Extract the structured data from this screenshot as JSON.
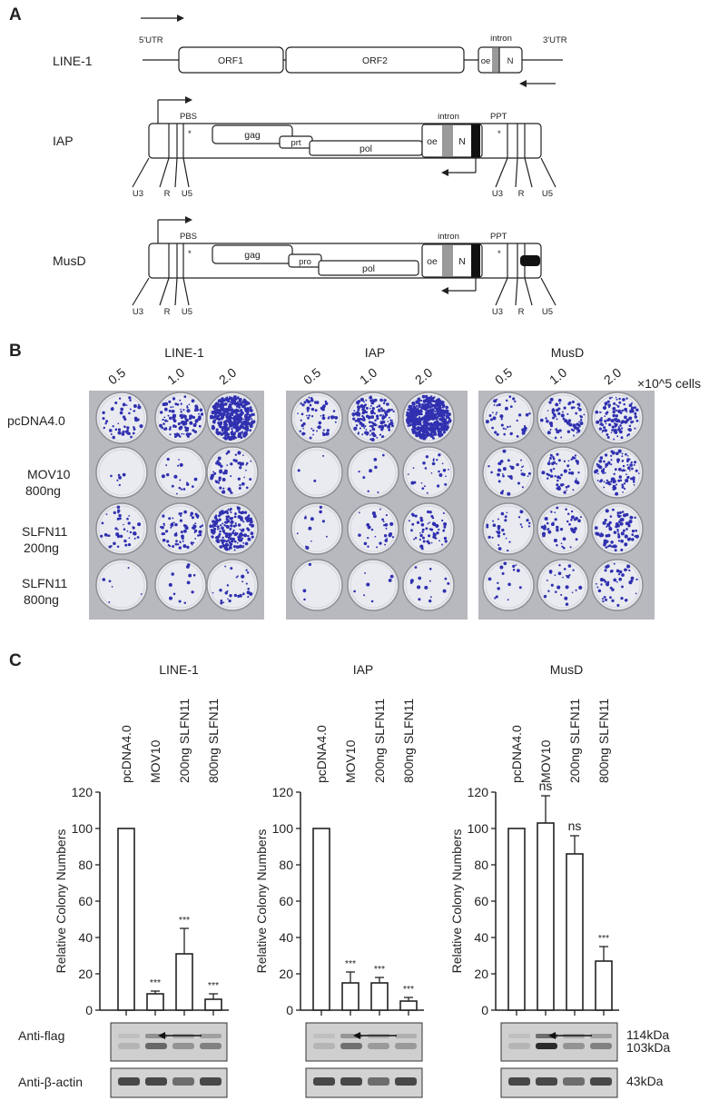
{
  "panel_a": {
    "letter": "A",
    "line1": {
      "name": "LINE-1",
      "utr5": "5'UTR",
      "utr3": "3'UTR",
      "orf1": "ORF1",
      "orf2": "ORF2",
      "intron": "intron",
      "oe": "oe",
      "n": "N"
    },
    "iap": {
      "name": "IAP",
      "pbs": "PBS",
      "ppt": "PPT",
      "star": "*",
      "gag": "gag",
      "prt": "prt",
      "pol": "pol",
      "intron": "intron",
      "oe": "oe",
      "n": "N",
      "ltr": [
        "U3",
        "R",
        "U5"
      ]
    },
    "musd": {
      "name": "MusD",
      "pbs": "PBS",
      "ppt": "PPT",
      "star": "*",
      "gag": "gag",
      "pro": "pro",
      "pol": "pol",
      "intron": "intron",
      "oe": "oe",
      "n": "N",
      "ltr": [
        "U3",
        "R",
        "U5"
      ]
    }
  },
  "panel_b": {
    "letter": "B",
    "groups": [
      "LINE-1",
      "IAP",
      "MusD"
    ],
    "densities": [
      "0.5",
      "1.0",
      "2.0"
    ],
    "cells_label": "×10^5 cells",
    "rows": [
      {
        "line1": "pcDNA4.0",
        "line2": ""
      },
      {
        "line1": "MOV10",
        "line2": "800ng"
      },
      {
        "line1": "SLFN11",
        "line2": "200ng"
      },
      {
        "line1": "SLFN11",
        "line2": "800ng"
      }
    ],
    "colony_counts": [
      [
        [
          50,
          110,
          420
        ],
        [
          60,
          150,
          550
        ],
        [
          40,
          70,
          110
        ]
      ],
      [
        [
          6,
          18,
          55
        ],
        [
          3,
          8,
          25
        ],
        [
          35,
          55,
          100
        ]
      ],
      [
        [
          40,
          70,
          190
        ],
        [
          12,
          28,
          55
        ],
        [
          30,
          45,
          80
        ]
      ],
      [
        [
          6,
          12,
          28
        ],
        [
          3,
          7,
          14
        ],
        [
          15,
          25,
          45
        ]
      ]
    ],
    "dish_color": "#3030b0"
  },
  "panel_c": {
    "letter": "C",
    "ylabel": "Relative Colony Numbers",
    "blot_labels": [
      "Anti-flag",
      "Anti-β-actin"
    ],
    "kda_labels": [
      "114kDa",
      "103kDa",
      "43kDa"
    ],
    "bar_color": "#ffffff",
    "axis_color": "#222222"
  },
  "chart_data": [
    {
      "type": "bar",
      "title": "LINE-1",
      "categories": [
        "pcDNA4.0",
        "MOV10",
        "200ng SLFN11",
        "800ng SLFN11"
      ],
      "values": [
        100,
        9,
        31,
        6
      ],
      "errors": [
        0,
        1.5,
        14,
        3
      ],
      "significance": [
        "",
        "***",
        "***",
        "***"
      ],
      "ylabel": "Relative Colony Numbers",
      "ylim": [
        0,
        120
      ],
      "yticks": [
        0,
        20,
        40,
        60,
        80,
        100,
        120
      ]
    },
    {
      "type": "bar",
      "title": "IAP",
      "categories": [
        "pcDNA4.0",
        "MOV10",
        "200ng SLFN11",
        "800ng SLFN11"
      ],
      "values": [
        100,
        15,
        15,
        5
      ],
      "errors": [
        0,
        6,
        3,
        2
      ],
      "significance": [
        "",
        "***",
        "***",
        "***"
      ],
      "ylabel": "Relative Colony Numbers",
      "ylim": [
        0,
        120
      ],
      "yticks": [
        0,
        20,
        40,
        60,
        80,
        100,
        120
      ]
    },
    {
      "type": "bar",
      "title": "MusD",
      "categories": [
        "pcDNA4.0",
        "MOV10",
        "200ng SLFN11",
        "800ng SLFN11"
      ],
      "values": [
        100,
        103,
        86,
        27
      ],
      "errors": [
        0,
        15,
        10,
        8
      ],
      "significance": [
        "",
        "ns",
        "ns",
        "***"
      ],
      "ylabel": "Relative Colony Numbers",
      "ylim": [
        0,
        120
      ],
      "yticks": [
        0,
        20,
        40,
        60,
        80,
        100,
        120
      ]
    }
  ]
}
